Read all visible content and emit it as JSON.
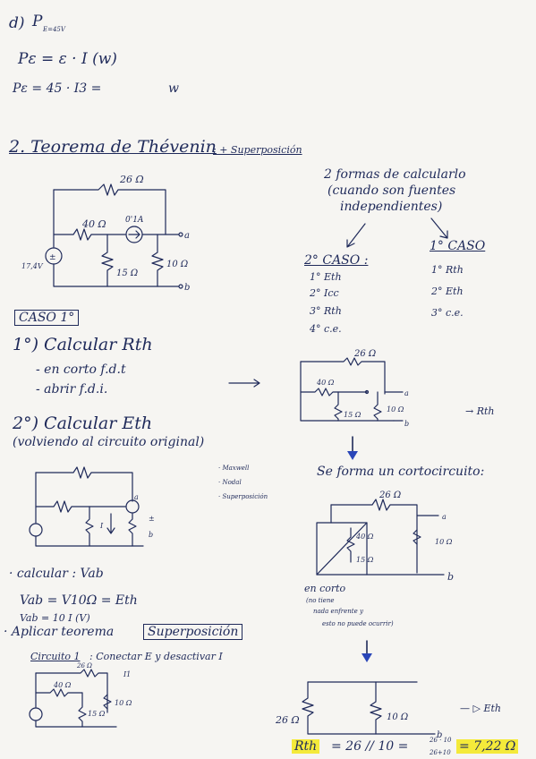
{
  "notes": {
    "item_d": "d)",
    "pe_sub_label": "P",
    "pe_sub_index": "E=45V",
    "eq1": "Pε = ε · I  (w)",
    "eq2": "Pε =  45 · I3 =",
    "eq2_unit": "w",
    "section_title": "2. Teorema de Thévenin",
    "section_suffix": ": + Superposición",
    "formas_line1": "2 formas de calcularlo",
    "formas_line2": "(cuando son fuentes",
    "formas_line3": "independientes)",
    "caso2_title": "2° CASO :",
    "caso2_steps": [
      "1° Eth",
      "2° Icc",
      "3° Rth",
      "4° c.e."
    ],
    "caso1b_title": "1° CASO",
    "caso1b_steps": [
      "1° Rth",
      "2° Eth",
      "3° c.e."
    ],
    "caso1_label": "CASO 1°",
    "step1_title": "1°) Calcular Rth",
    "step1_a": "- en corto  f.d.t",
    "step1_b": "- abrir  f.d.i.",
    "arrow_rth": "→ Rth",
    "step2_title": "2°) Calcular  Eth",
    "step2_sub": "(volviendo al circuito original)",
    "methods": [
      "· Maxwell",
      "· Nodal",
      "· Superposición"
    ],
    "forma_corto": "Se forma un cortocircuito:",
    "corto_note1": "en corto",
    "corto_note2": "(no tiene",
    "corto_note3": "nada enfrente y",
    "corto_note4": "esto no puede ocurrir)",
    "calc_vab": "· calcular : Vab",
    "vab_eq1": "Vab = V10Ω = Eth",
    "vab_eq2": "Vab = 10 I (V)",
    "aplicar": "· Aplicar  teorema",
    "superposicion": "Superposición",
    "circuito1": "Circuito 1",
    "circuito1_rest": ": Conectar  E y desactivar  I",
    "eth_arrow": "— ▷  Eth",
    "rth_result_label": "Rth",
    "rth_result_eq": "= 26 // 10 =",
    "rth_frac_num": "26 · 10",
    "rth_frac_den": "26+10",
    "rth_result_value": "= 7,22 Ω",
    "circuit_labels": {
      "r26": "26 Ω",
      "r40": "40 Ω",
      "r15": "15 Ω",
      "r10": "10 Ω",
      "i01": "0'1A",
      "v45": "17,4V",
      "a": "a",
      "b": "b",
      "I": "I",
      "I1": "I1"
    }
  }
}
